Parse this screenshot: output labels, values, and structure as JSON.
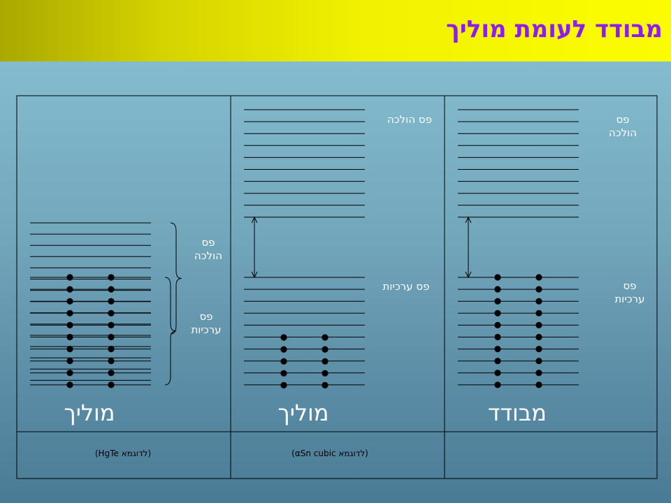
{
  "title": "מבודד לעומת מוליך",
  "colors": {
    "title": "#8e1cf0",
    "line": "#000000",
    "label": "#ffffff"
  },
  "columns": [
    {
      "name": "insulator",
      "big_label": "מבודד",
      "conduction_label": [
        "פס",
        "הולכה"
      ],
      "valence_label": [
        "פס",
        "ערכיות"
      ],
      "example": ""
    },
    {
      "name": "conductor-gap",
      "big_label": "מוליך",
      "conduction_label": [
        "פס הולכה"
      ],
      "valence_label": [
        "פס ערכיות"
      ],
      "example": "(לדוגמא αSn cubic)"
    },
    {
      "name": "conductor-overlap",
      "big_label": "מוליך",
      "conduction_label": [
        "פס",
        "הולכה"
      ],
      "valence_label": [
        "פס",
        "ערכיות"
      ],
      "example": "(לדוגמא HgTe)"
    }
  ]
}
